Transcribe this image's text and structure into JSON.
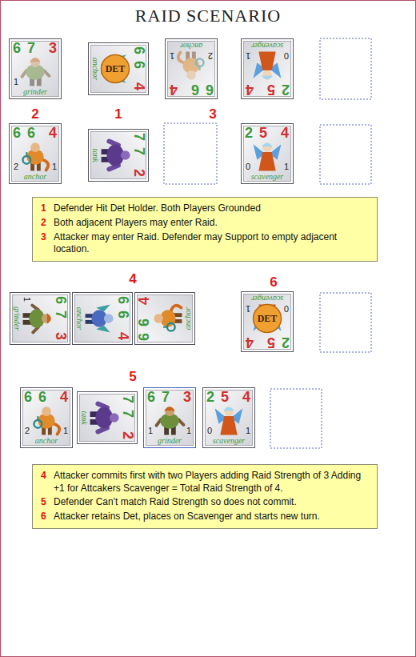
{
  "diagram": {
    "title": "RAID SCENARIO",
    "nodes": [
      {
        "text": [
          "6",
          "7",
          "3",
          "1",
          "grinder"
        ]
      },
      {
        "text": [
          "6",
          "6",
          "4",
          "anchor"
        ]
      },
      {
        "text": [
          "DET"
        ],
        "in": 1
      },
      {
        "text": [
          "6",
          "6",
          "4",
          "2",
          "1",
          "anchor"
        ]
      },
      {
        "text": [
          "2",
          "5",
          "4",
          "0",
          "1",
          "scavenger"
        ]
      },
      {
        "text": [
          "6",
          "6",
          "4",
          "2",
          "1",
          "anchor"
        ]
      },
      {
        "text": [
          "7",
          "7",
          "2",
          "tank"
        ]
      },
      {
        "text": [
          "2",
          "5",
          "4",
          "0",
          "1",
          "scavenger"
        ]
      },
      {
        "text": [
          "1",
          "Defender Hit Det Holder. Both Players Grounded",
          "2",
          "Both adjacent Players may enter Raid.",
          "3",
          "Attacker may enter Raid. Defender may Support to empty adjacent location."
        ]
      },
      {
        "text": [
          "6",
          "7",
          "3",
          "1",
          "grinder"
        ]
      },
      {
        "text": [
          "6",
          "6",
          "4",
          "anchor"
        ]
      },
      {
        "text": [
          "6",
          "6",
          "4",
          "anchor"
        ]
      },
      {
        "text": [
          "2",
          "5",
          "4",
          "0",
          "1",
          "scavenger"
        ]
      },
      {
        "text": [
          "DET"
        ],
        "in": 12
      },
      {
        "text": [
          "6",
          "6",
          "4",
          "2",
          "1",
          "anchor"
        ]
      },
      {
        "text": [
          "7",
          "7",
          "2",
          "tank"
        ]
      },
      {
        "text": [
          "6",
          "7",
          "3",
          "1",
          "1",
          "grinder"
        ]
      },
      {
        "text": [
          "2",
          "5",
          "4",
          "0",
          "1",
          "scavenger"
        ]
      },
      {
        "text": [
          "4",
          "Attacker commits first with two Players adding Raid Strength of 3 Adding +1 for Attcakers Scavenger = Total Raid Strength of 4.",
          "5",
          "Defender Can't match Raid Strength so does not commit.",
          "6",
          "Attacker retains Det, places on Scavenger and starts new turn."
        ]
      }
    ],
    "labels": [
      "2",
      "1",
      "3",
      "4",
      "6",
      "5"
    ]
  }
}
